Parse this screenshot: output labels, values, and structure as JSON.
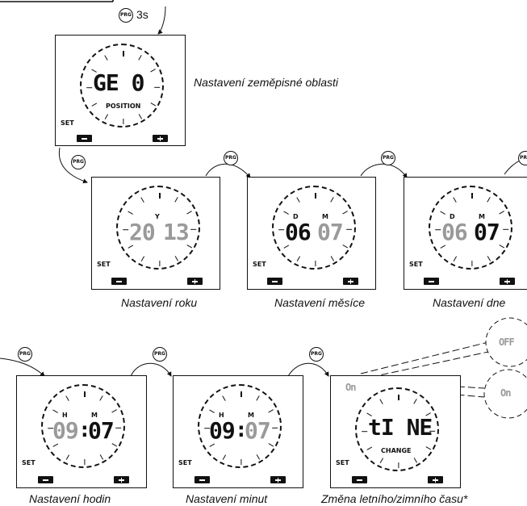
{
  "top": {
    "prg": "PRG",
    "duration": "3s"
  },
  "buttons": {
    "prg": "PRG",
    "set": "SET"
  },
  "geo": {
    "display": "GE 0",
    "sub": "POSITION",
    "caption": "Nastavení zeměpisné oblasti"
  },
  "year": {
    "indicator": "Y",
    "value_a": "20",
    "value_b": "13",
    "caption": "Nastavení roku"
  },
  "month": {
    "d": "D",
    "m": "M",
    "day": "06",
    "month": "07",
    "caption": "Nastavení měsíce"
  },
  "day": {
    "d": "D",
    "m": "M",
    "day": "06",
    "month": "07",
    "caption": "Nastavení dne"
  },
  "hours": {
    "h": "H",
    "m": "M",
    "hour": "09",
    "sep": ":",
    "minute": "07",
    "caption": "Nastavení hodin"
  },
  "minutes": {
    "h": "H",
    "m": "M",
    "hour": "09",
    "sep": ":",
    "minute": "07",
    "caption": "Nastavení minut"
  },
  "dst": {
    "top_value": "On",
    "display": "tI NE",
    "sub": "CHANGE",
    "caption": "Změna letního/zimního času*",
    "bubble_off": "OFF",
    "bubble_on": "On"
  }
}
